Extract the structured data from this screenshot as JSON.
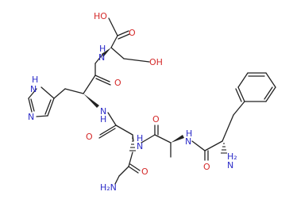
{
  "structure": {
    "atom_labels": {
      "acid_oh": "HO",
      "acid_o": "O",
      "ser_oh": "OH",
      "ser_nh": "H",
      "ser_n": "N",
      "his_amide_o": "O",
      "imid_nh": "H",
      "imid_n_top": "N",
      "imid_n_bottom": "N",
      "his_nh_n": "N",
      "his_nh_h": "H",
      "asn_o": "O",
      "asn_nh_h": "H",
      "asn_nh_n": "N",
      "ala_o": "O",
      "ala_nh_h": "H",
      "ala_nh_n": "N",
      "side_nh2": "H₂N",
      "side_o": "O",
      "phe_amide_o": "O",
      "phe_nh2_h": "H₂",
      "phe_nh2_n": "N"
    }
  }
}
